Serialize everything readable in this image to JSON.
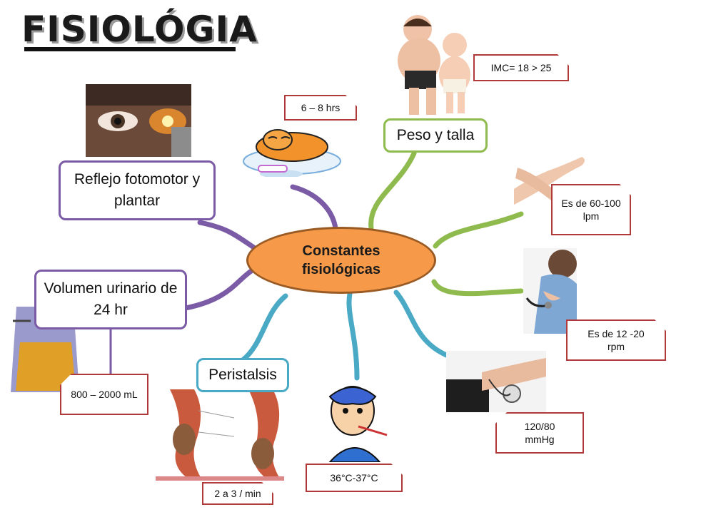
{
  "title": "FISIOLÓGIA",
  "center": "Constantes fisiológicas",
  "branches": {
    "reflejo": "Reflejo fotomotor y plantar",
    "volumen": "Volumen urinario de 24 hr",
    "peristalsis": "Peristalsis",
    "peso": "Peso y talla"
  },
  "values": {
    "sueno": "6 – 8 hrs",
    "imc": "IMC= 18 > 25",
    "pulso": "Es de 60-100 lpm",
    "resp": "Es de 12 -20 rpm",
    "presion": "120/80 mmHg",
    "temp": "36°C-37°C",
    "perist": "2 a 3 / min",
    "orina": "800 – 2000 mL"
  },
  "colors": {
    "purple": "#7b5aa6",
    "green": "#8fbb4e",
    "teal": "#4aa9c4",
    "orange": "#f69a4a",
    "red_border": "#b03a3a"
  },
  "icons": [
    "eye-photo",
    "sleeping-cat-cartoon",
    "children-photo",
    "pulse-check-photo",
    "stethoscope-photo",
    "blood-pressure-photo",
    "fever-cartoon",
    "esophagus-diagram",
    "urine-bag-photo"
  ]
}
